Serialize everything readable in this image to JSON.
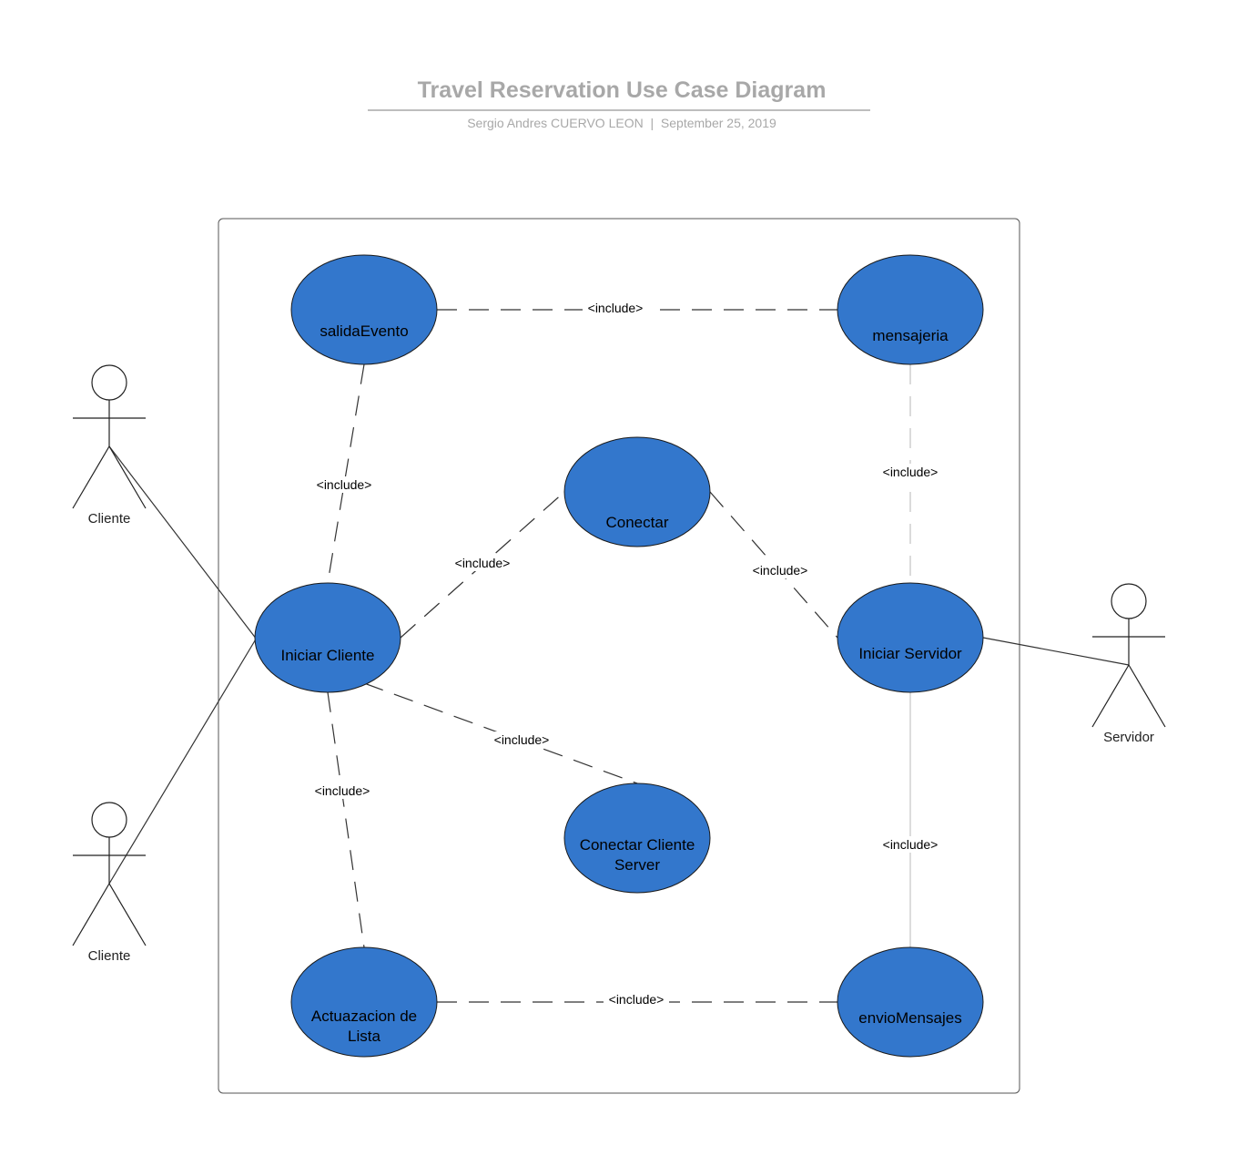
{
  "header": {
    "title": "Travel Reservation Use Case Diagram",
    "subtitle": "Sergio Andres CUERVO LEON  |  September 25, 2019"
  },
  "colors": {
    "usecase_fill": "#3377cc",
    "title_gray": "#a8a8a8",
    "line": "#333333",
    "faint_line": "#cfcfcf"
  },
  "use_cases": {
    "salida_evento": [
      "salidaEvento"
    ],
    "mensajeria": [
      "mensajeria"
    ],
    "conectar": [
      "Conectar"
    ],
    "iniciar_cliente": [
      "Iniciar Cliente"
    ],
    "iniciar_servidor": [
      "Iniciar Servidor"
    ],
    "conectar_cliente_server": [
      "Conectar Cliente",
      "Server"
    ],
    "actuazacion_lista": [
      "Actuazacion de",
      "Lista"
    ],
    "envio_mensajes": [
      "envioMensajes"
    ]
  },
  "relations": {
    "salida_mensajeria": "<include>",
    "salida_iniciar_cliente": "<include>",
    "cliente_conectar": "<include>",
    "conectar_servidor": "<include>",
    "mensajeria_servidor": "<include>",
    "cliente_conectar_server": "<include>",
    "cliente_actuazacion": "<include>",
    "servidor_envio": "<include>",
    "actuazacion_envio": "<include>"
  },
  "actors": {
    "cliente_top": "Cliente",
    "cliente_bottom": "Cliente",
    "servidor": "Servidor"
  }
}
